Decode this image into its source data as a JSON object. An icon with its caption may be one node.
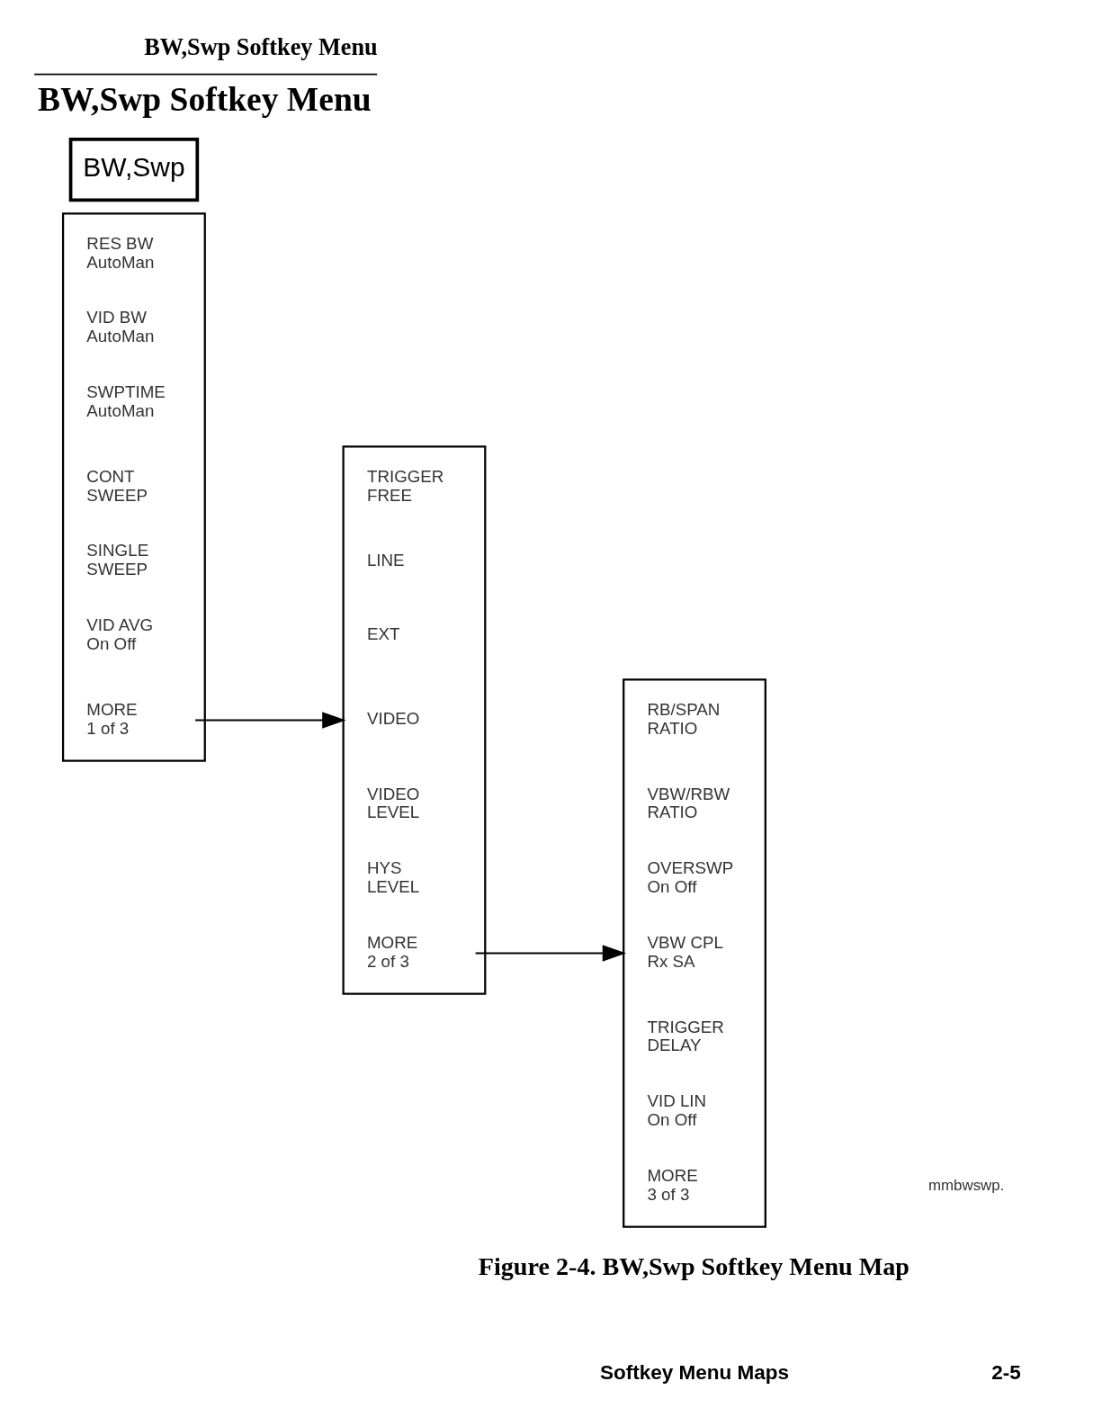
{
  "diagram": {
    "title": "BW,Swp Softkey Menu",
    "caption": "Figure 2-4. BW,Swp Softkey Menu Map",
    "nodes": [
      {
        "text": [
          "BW,Swp"
        ]
      },
      {
        "text": [],
        "shape": "box"
      },
      {
        "text": [
          "RES BW",
          "AutoMan"
        ],
        "in": 1
      },
      {
        "text": [
          "VID BW",
          "AutoMan"
        ],
        "in": 1
      },
      {
        "text": [
          "SWPTIME",
          "AutoMan"
        ],
        "in": 1
      },
      {
        "text": [
          "CONT SWEEP"
        ],
        "in": 1
      },
      {
        "text": [
          "SINGLE SWEEP"
        ],
        "in": 1
      },
      {
        "text": [
          "VID AVG",
          "On Off"
        ],
        "in": 1
      },
      {
        "text": [
          "MORE",
          "1 of 3"
        ],
        "in": 1
      },
      {
        "text": [],
        "shape": "box"
      },
      {
        "text": [
          "TRIGGER",
          "FREE"
        ],
        "in": 9
      },
      {
        "text": [
          "LINE"
        ],
        "in": 9
      },
      {
        "text": [
          "EXT"
        ],
        "in": 9
      },
      {
        "text": [
          "VIDEO"
        ],
        "in": 9
      },
      {
        "text": [
          "VIDEO LEVEL"
        ],
        "in": 9
      },
      {
        "text": [
          "HYS LEVEL"
        ],
        "in": 9
      },
      {
        "text": [
          "MORE",
          "2 of 3"
        ],
        "in": 9
      },
      {
        "text": [],
        "shape": "box"
      },
      {
        "text": [
          "RB/SPAN RATIO"
        ],
        "in": 17
      },
      {
        "text": [
          "VBW/RBW RATIO"
        ],
        "in": 17
      },
      {
        "text": [
          "OVERSWP",
          "On Off"
        ],
        "in": 17
      },
      {
        "text": [
          "VBW CPL",
          "Rx SA"
        ],
        "in": 17
      },
      {
        "text": [
          "TRIGGER DELAY"
        ],
        "in": 17
      },
      {
        "text": [
          "VID LIN",
          "On Off"
        ],
        "in": 17
      },
      {
        "text": [
          "MORE",
          "3 of 3"
        ],
        "in": 17
      }
    ],
    "edges": [
      {
        "from": 8,
        "to": 9,
        "arrow": "to"
      },
      {
        "from": 16,
        "to": 17,
        "arrow": "to"
      }
    ],
    "labels": [
      "BW,Swp Softkey Menu",
      "mmbwswp.",
      "Softkey Menu Maps",
      "2-5"
    ]
  }
}
